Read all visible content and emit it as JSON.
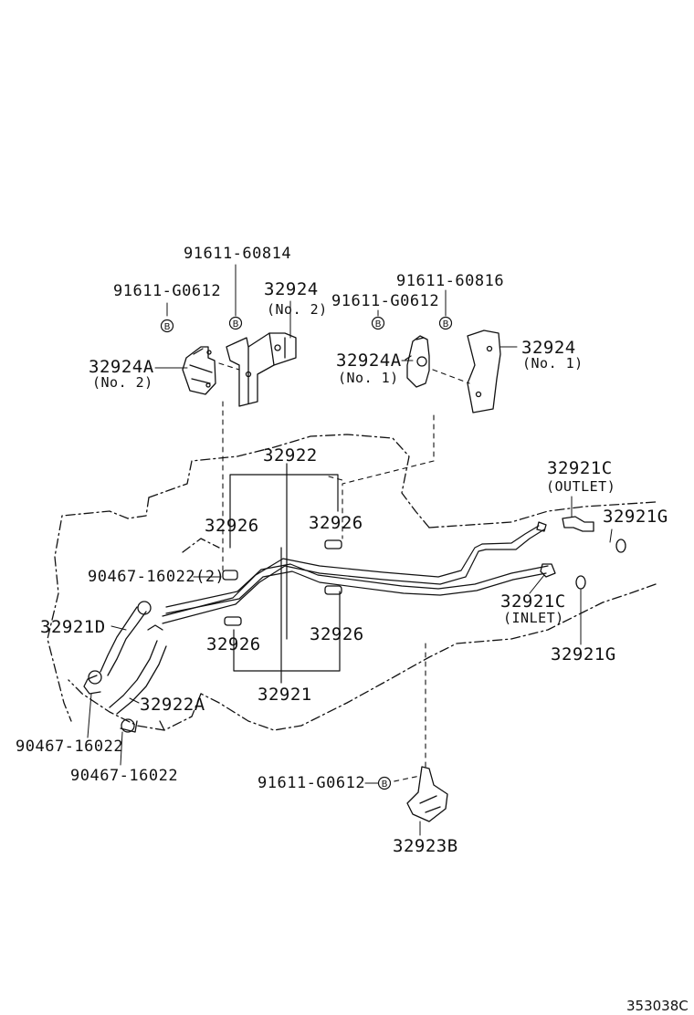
{
  "labels": {
    "p91611_60814": "91611-60814",
    "p91611_g0612_left": "91611-G0612",
    "p32924_no2": "32924",
    "p32924_no2_sub": "(No. 2)",
    "p32924a_no2": "32924A",
    "p32924a_no2_sub": "(No. 2)",
    "p91611_60816": "91611-60816",
    "p91611_g0612_right": "91611-G0612",
    "p32924a_no1": "32924A",
    "p32924a_no1_sub": "(No. 1)",
    "p32924_no1": "32924",
    "p32924_no1_sub": "(No. 1)",
    "p32922": "32922",
    "p32921c_outlet": "32921C",
    "p32921c_outlet_sub": "(OUTLET)",
    "p32921g_top": "32921G",
    "p32926_tl": "32926",
    "p32926_tr": "32926",
    "p90467_16022_2": "90467-16022(2)",
    "p32921d": "32921D",
    "p32921c_inlet": "32921C",
    "p32921c_inlet_sub": "(INLET)",
    "p32926_bl": "32926",
    "p32926_br": "32926",
    "p32921g_bottom": "32921G",
    "p32921": "32921",
    "p32922a": "32922A",
    "p90467_16022_a": "90467-16022",
    "p90467_16022_b": "90467-16022",
    "p91611_g0612_bottom": "91611-G0612",
    "p32923b": "32923B"
  },
  "bolt_marker": "B",
  "diagram_code": "353038C"
}
